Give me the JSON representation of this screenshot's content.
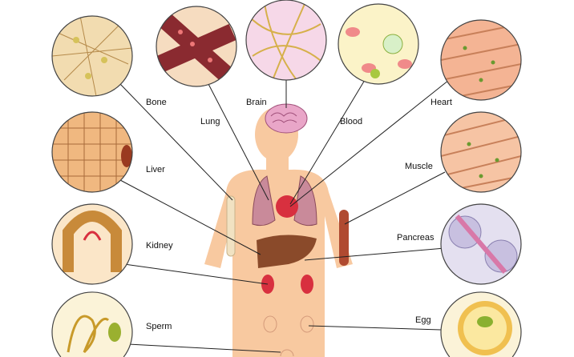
{
  "labels": {
    "bone": "Bone",
    "lung": "Lung",
    "brain": "Brain",
    "blood": "Blood",
    "heart": "Heart",
    "liver": "Liver",
    "muscle": "Muscle",
    "kidney": "Kidney",
    "pancreas": "Pancreas",
    "sperm": "Sperm",
    "egg": "Egg"
  },
  "colors": {
    "skin": "#f8c9a0",
    "organ_red": "#c8364a",
    "liver": "#8a4a2a",
    "brain": "#e9a6c8"
  }
}
